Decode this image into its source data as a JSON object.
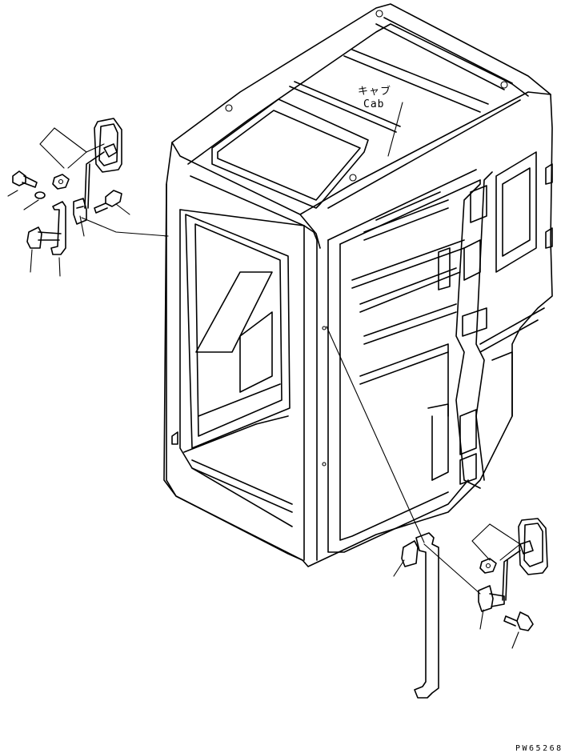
{
  "labels": {
    "cab_jp": "キャブ",
    "cab_en": "Cab"
  },
  "drawing_code": "PW65268"
}
